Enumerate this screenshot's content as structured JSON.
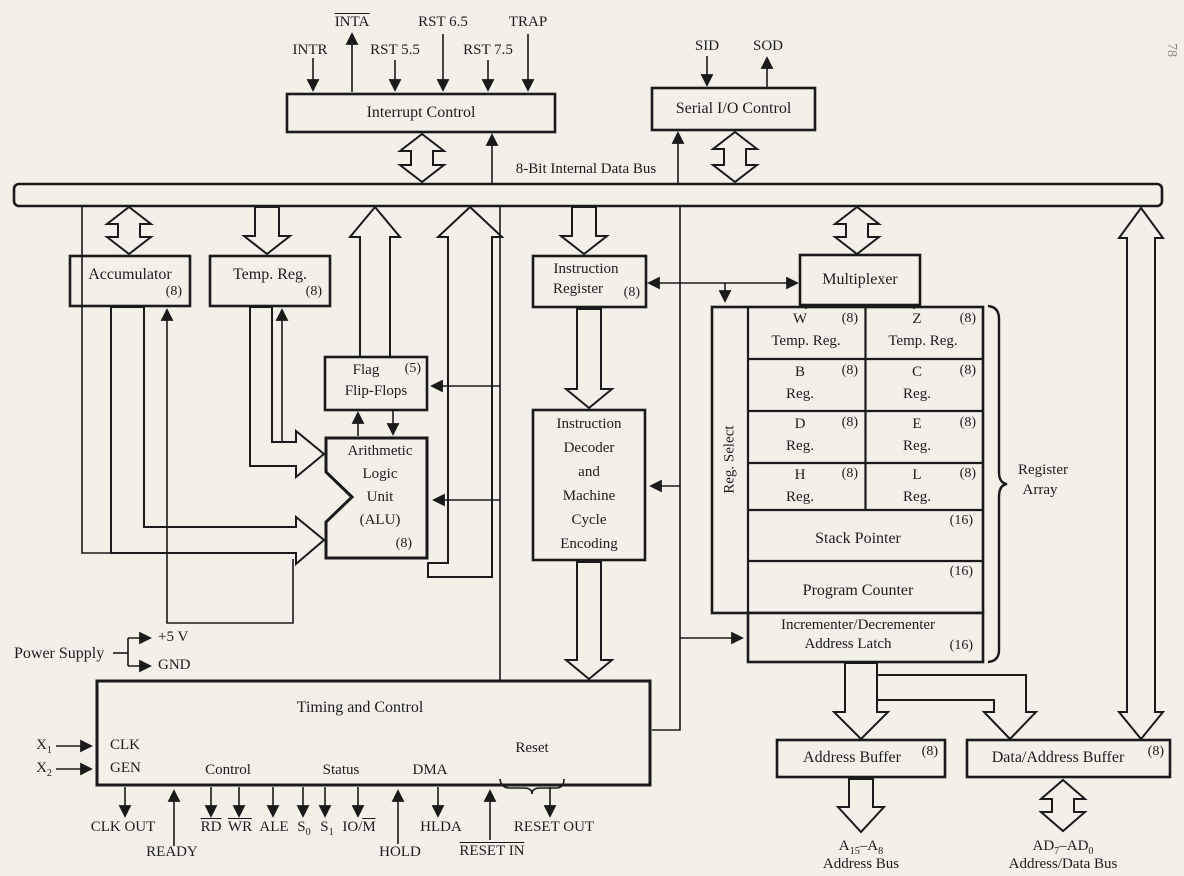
{
  "page": {
    "number": "78"
  },
  "bus": {
    "label": "8-Bit Internal Data Bus"
  },
  "interrupt": {
    "box": "Interrupt Control",
    "signals": [
      "INTR",
      "[[ov]]INTA[[/ov]]",
      "RST 5.5",
      "RST 6.5",
      "RST 7.5",
      "TRAP"
    ]
  },
  "serial": {
    "box": "Serial I/O Control",
    "signals": [
      "SID",
      "SOD"
    ]
  },
  "accumulator": {
    "label": "Accumulator",
    "bits": "(8)"
  },
  "temp_reg": {
    "label": "Temp. Reg.",
    "bits": "(8)"
  },
  "flag_ff": {
    "line1": "Flag",
    "line2": "Flip-Flops",
    "bits": "(5)"
  },
  "alu": {
    "lines": [
      "Arithmetic",
      "Logic",
      "Unit",
      "(ALU)"
    ],
    "bits": "(8)"
  },
  "instruction_register": {
    "line1": "Instruction",
    "line2": "Register",
    "bits": "(8)"
  },
  "decoder": {
    "lines": [
      "Instruction",
      "Decoder",
      "and",
      "Machine",
      "Cycle",
      "Encoding"
    ]
  },
  "multiplexer": {
    "label": "Multiplexer"
  },
  "reg_select": "Reg. Select",
  "register_array": {
    "brace_label_1": "Register",
    "brace_label_2": "Array",
    "cells": [
      {
        "name": "W",
        "sub": "Temp. Reg.",
        "bits": "(8)"
      },
      {
        "name": "Z",
        "sub": "Temp. Reg.",
        "bits": "(8)"
      },
      {
        "name": "B",
        "sub": "Reg.",
        "bits": "(8)"
      },
      {
        "name": "C",
        "sub": "Reg.",
        "bits": "(8)"
      },
      {
        "name": "D",
        "sub": "Reg.",
        "bits": "(8)"
      },
      {
        "name": "E",
        "sub": "Reg.",
        "bits": "(8)"
      },
      {
        "name": "H",
        "sub": "Reg.",
        "bits": "(8)"
      },
      {
        "name": "L",
        "sub": "Reg.",
        "bits": "(8)"
      }
    ],
    "wide": [
      {
        "label": "Stack Pointer",
        "bits": "(16)"
      },
      {
        "label": "Program Counter",
        "bits": "(16)"
      }
    ],
    "incrementer": {
      "line1": "Incrementer/Decrementer",
      "line2": "Address Latch",
      "bits": "(16)"
    }
  },
  "power": {
    "label": "Power Supply",
    "v5": "+5 V",
    "gnd": "GND"
  },
  "timing": {
    "title": "Timing and Control",
    "clk1": "CLK",
    "clk2": "GEN",
    "groups": [
      "Control",
      "Status",
      "DMA"
    ],
    "reset": "Reset"
  },
  "left_pins": [
    "X[[sub]]1[[/sub]]",
    "X[[sub]]2[[/sub]]"
  ],
  "bottom_pins": {
    "row1": [
      "CLK OUT",
      "[[ov]]RD[[/ov]]",
      "[[ov]]WR[[/ov]]",
      "ALE",
      "S[[sub]]0[[/sub]]",
      "S[[sub]]1[[/sub]]",
      "IO/[[ov]]M[[/ov]]",
      "HLDA",
      "RESET OUT"
    ],
    "row2": [
      "READY",
      "HOLD",
      "[[ov]]RESET IN[[/ov]]"
    ]
  },
  "address_buffer": {
    "label": "Address Buffer",
    "bits": "(8)",
    "bus1": "A[[sub]]15[[/sub]]–A[[sub]]8[[/sub]]",
    "bus2": "Address Bus"
  },
  "data_buffer": {
    "label": "Data/Address Buffer",
    "bits": "(8)",
    "bus1": "AD[[sub]]7[[/sub]]–AD[[sub]]0[[/sub]]",
    "bus2": "Address/Data Bus"
  }
}
